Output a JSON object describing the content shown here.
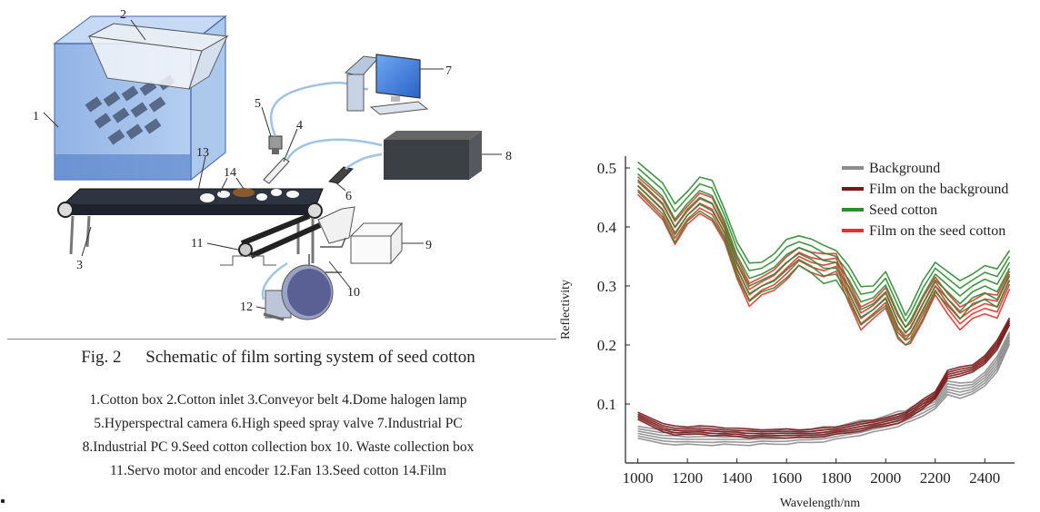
{
  "figure": {
    "caption_number": "Fig. 2",
    "caption_text": "Schematic of film sorting system of seed cotton",
    "legend_lines": [
      "1.Cotton box   2.Cotton inlet   3.Conveyor belt   4.Dome halogen lamp",
      "5.Hyperspectral camera   6.High speed spray valve   7.Industrial PC",
      "8.Industrial PC   9.Seed cotton collection box   10. Waste collection box",
      "11.Servo motor and encoder   12.Fan   13.Seed cotton   14.Film"
    ],
    "callouts": [
      "1",
      "2",
      "3",
      "4",
      "5",
      "6",
      "7",
      "8",
      "9",
      "10",
      "11",
      "12",
      "13",
      "14"
    ]
  },
  "colors": {
    "background": "#8c8c8c",
    "film_background": "#7a1616",
    "seed_cotton": "#2e8b2e",
    "film_seed_cotton": "#e8302a"
  },
  "chart_data": {
    "type": "line",
    "title": "",
    "xlabel": "Wavelength/nm",
    "ylabel": "Reflectivity",
    "xlim": [
      950,
      2520
    ],
    "ylim": [
      0.0,
      0.52
    ],
    "xticks": [
      "1000",
      "1200",
      "1400",
      "1600",
      "1800",
      "2000",
      "2200",
      "2400"
    ],
    "yticks": [
      "0.1",
      "0.2",
      "0.3",
      "0.4",
      "0.5"
    ],
    "legend_position": "top-right",
    "x": [
      1000,
      1100,
      1150,
      1200,
      1250,
      1300,
      1350,
      1400,
      1450,
      1500,
      1550,
      1600,
      1650,
      1700,
      1750,
      1800,
      1850,
      1900,
      1950,
      2000,
      2050,
      2080,
      2100,
      2150,
      2200,
      2250,
      2300,
      2350,
      2400,
      2450,
      2500
    ],
    "series": [
      {
        "name": "Background",
        "color": "#8c8c8c",
        "values": [
          0.05,
          0.042,
          0.041,
          0.04,
          0.04,
          0.04,
          0.04,
          0.04,
          0.04,
          0.041,
          0.041,
          0.042,
          0.043,
          0.044,
          0.046,
          0.049,
          0.053,
          0.057,
          0.061,
          0.066,
          0.072,
          0.076,
          0.08,
          0.09,
          0.1,
          0.125,
          0.12,
          0.125,
          0.14,
          0.165,
          0.21
        ]
      },
      {
        "name": "Film on the background",
        "color": "#7a1616",
        "values": [
          0.08,
          0.06,
          0.055,
          0.055,
          0.056,
          0.054,
          0.053,
          0.052,
          0.05,
          0.05,
          0.05,
          0.05,
          0.05,
          0.05,
          0.052,
          0.055,
          0.058,
          0.062,
          0.066,
          0.07,
          0.075,
          0.08,
          0.085,
          0.1,
          0.115,
          0.15,
          0.155,
          0.16,
          0.175,
          0.2,
          0.24
        ]
      },
      {
        "name": "Seed cotton",
        "color": "#2e8b2e",
        "values": [
          0.48,
          0.44,
          0.4,
          0.43,
          0.45,
          0.44,
          0.4,
          0.34,
          0.3,
          0.31,
          0.32,
          0.34,
          0.355,
          0.345,
          0.33,
          0.33,
          0.3,
          0.26,
          0.27,
          0.29,
          0.24,
          0.22,
          0.23,
          0.27,
          0.31,
          0.29,
          0.27,
          0.29,
          0.3,
          0.29,
          0.33
        ]
      },
      {
        "name": "Film on the seed cotton",
        "color": "#e8302a",
        "values": [
          0.47,
          0.43,
          0.39,
          0.42,
          0.44,
          0.43,
          0.39,
          0.33,
          0.285,
          0.3,
          0.31,
          0.33,
          0.35,
          0.34,
          0.335,
          0.34,
          0.29,
          0.245,
          0.26,
          0.28,
          0.23,
          0.215,
          0.22,
          0.26,
          0.3,
          0.27,
          0.245,
          0.26,
          0.27,
          0.265,
          0.31
        ]
      }
    ]
  }
}
